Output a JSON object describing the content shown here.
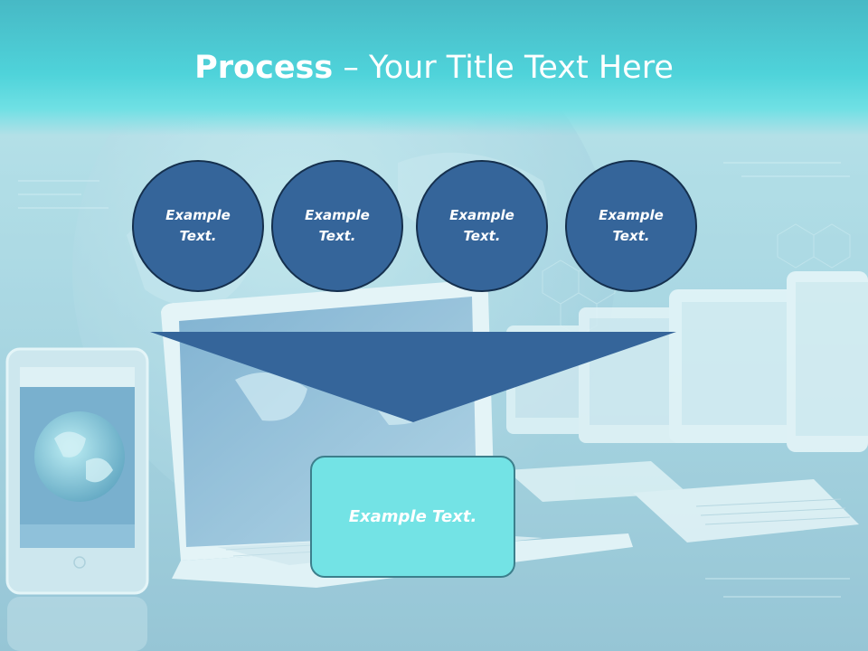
{
  "slide": {
    "title_strong": "Process",
    "title_rest": " – Your Title Text Here",
    "circles": [
      {
        "label": "Example Text."
      },
      {
        "label": "Example Text."
      },
      {
        "label": "Example Text."
      },
      {
        "label": "Example Text."
      }
    ],
    "result_label": "Example Text."
  },
  "colors": {
    "circle_fill": "#35659a",
    "circle_border": "#15304e",
    "funnel": "#35659a",
    "result_fill": "#73e3e5",
    "result_border": "#3c7f8c",
    "title_bar": "#4fd3da",
    "title_text": "#ffffff"
  },
  "background": {
    "description_icons": [
      "globe-icon",
      "smartphone-icon",
      "laptop-icon",
      "computer-monitors-icon"
    ]
  }
}
